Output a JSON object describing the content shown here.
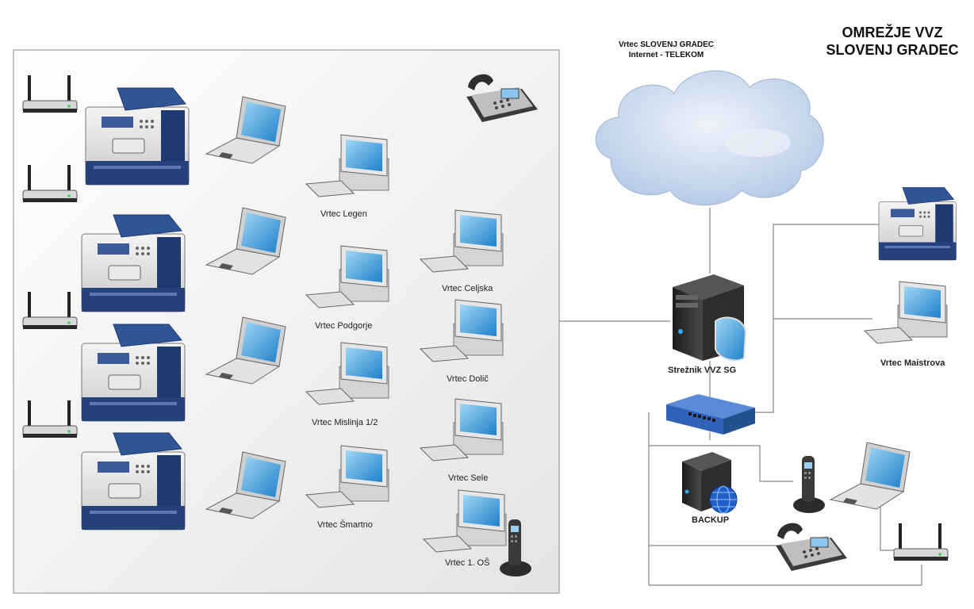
{
  "title": {
    "line1": "OMREŽJE VVZ",
    "line2": "SLOVENJ GRADEC"
  },
  "cloud": {
    "line1": "Vrtec SLOVENJ GRADEC",
    "line2": "Internet - TELEKOM"
  },
  "sites": {
    "legen": "Vrtec Legen",
    "podgorje": "Vrtec Podgorje",
    "mislinja": "Vrtec Mislinja 1/2",
    "smartno": "Vrtec Šmartno",
    "celjska": "Vrtec Celjska",
    "dolic": "Vrtec Dolič",
    "sele": "Vrtec Sele",
    "os1": "Vrtec 1. OŠ",
    "maistrova": "Vrtec Maistrova"
  },
  "server": {
    "label": "Strežnik VVZ SG"
  },
  "backup": {
    "label": "BACKUP"
  },
  "colors": {
    "device_blue": "#2a4d8f",
    "screen_blue": "#1f8fd6",
    "cloud": "#c9d9ee",
    "switch": "#3a6fc4",
    "line": "#6b6b6b",
    "panel_border": "#8a8a8a"
  },
  "icons": [
    "router-icon",
    "printer-icon",
    "laptop-icon",
    "desktop-icon",
    "desk-phone-icon",
    "cordless-phone-icon",
    "cloud-icon",
    "server-icon",
    "switch-icon",
    "backup-icon",
    "globe-icon"
  ]
}
